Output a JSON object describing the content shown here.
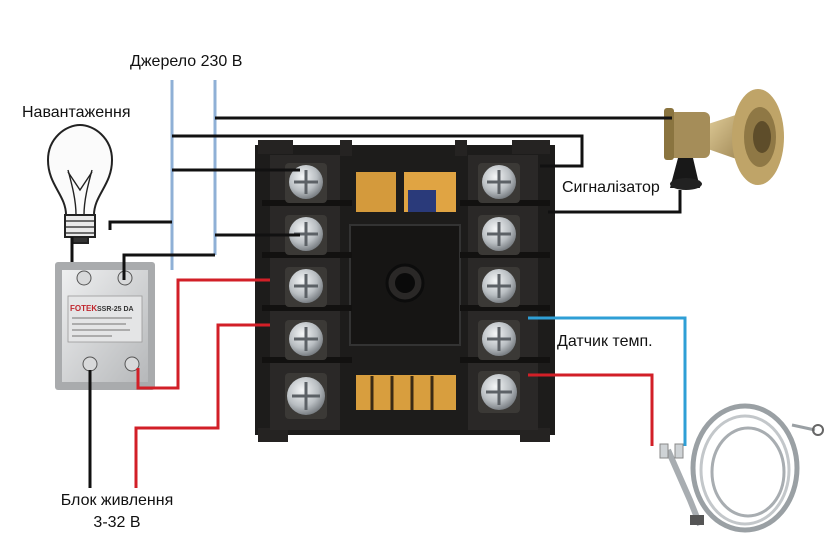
{
  "labels": {
    "source": "Джерело 230 В",
    "load": "Навантаження",
    "alarm": "Сигналізатор",
    "sensor": "Датчик темп.",
    "psu_line1": "Блок живлення",
    "psu_line2": "3-32 В"
  },
  "relay_text": {
    "brand": "FOTEK",
    "model": "SSR-25 DA"
  },
  "colors": {
    "wire_black": "#111111",
    "wire_blue": "#8fb0d6",
    "wire_red": "#d21f27",
    "wire_cyan": "#2f9fd6",
    "controller_body": "#1d1c1b",
    "terminal_screw": "#cfd3d6",
    "horn": "#c7ad74",
    "relay_body": "#d9dadb"
  }
}
